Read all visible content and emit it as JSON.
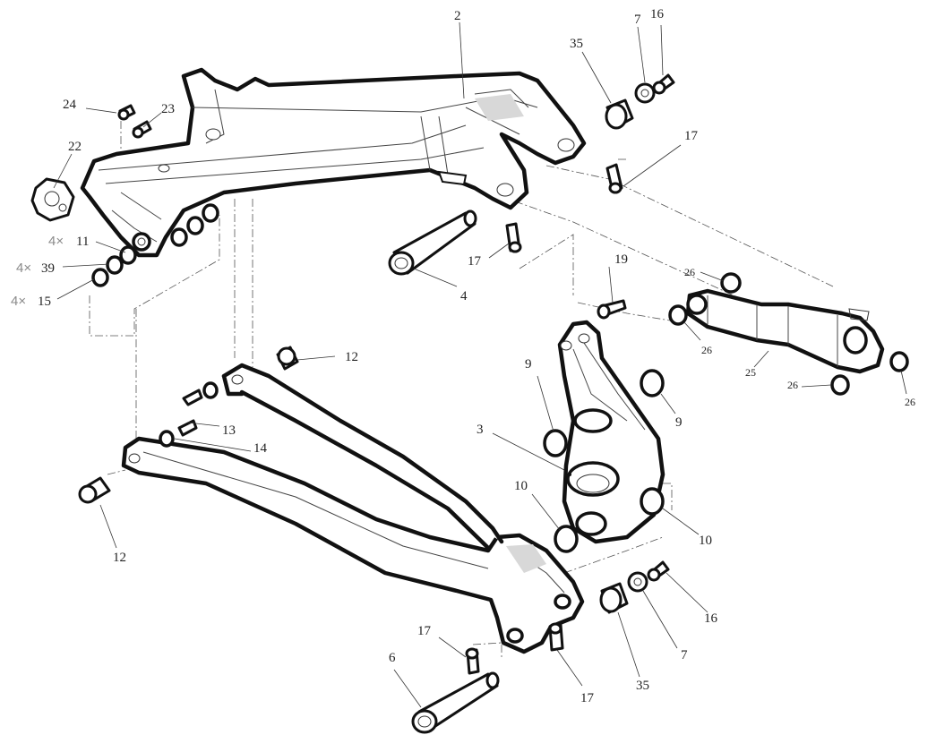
{
  "callouts": [
    {
      "id": "c2",
      "text": "2"
    },
    {
      "id": "c35a",
      "text": "35"
    },
    {
      "id": "c7a",
      "text": "7"
    },
    {
      "id": "c16a",
      "text": "16"
    },
    {
      "id": "c17a",
      "text": "17"
    },
    {
      "id": "c24",
      "text": "24"
    },
    {
      "id": "c23",
      "text": "23"
    },
    {
      "id": "c22",
      "text": "22"
    },
    {
      "id": "c11",
      "text": "11"
    },
    {
      "id": "c39",
      "text": "39"
    },
    {
      "id": "c15",
      "text": "15"
    },
    {
      "id": "c17b",
      "text": "17"
    },
    {
      "id": "c4",
      "text": "4"
    },
    {
      "id": "c19",
      "text": "19"
    },
    {
      "id": "c26a",
      "text": "26"
    },
    {
      "id": "c26b",
      "text": "26"
    },
    {
      "id": "c25",
      "text": "25"
    },
    {
      "id": "c26c",
      "text": "26"
    },
    {
      "id": "c26d",
      "text": "26"
    },
    {
      "id": "c12a",
      "text": "12"
    },
    {
      "id": "c9a",
      "text": "9"
    },
    {
      "id": "c9b",
      "text": "9"
    },
    {
      "id": "c13",
      "text": "13"
    },
    {
      "id": "c14",
      "text": "14"
    },
    {
      "id": "c3",
      "text": "3"
    },
    {
      "id": "c12b",
      "text": "12"
    },
    {
      "id": "c10a",
      "text": "10"
    },
    {
      "id": "c10b",
      "text": "10"
    },
    {
      "id": "c16b",
      "text": "16"
    },
    {
      "id": "c7b",
      "text": "7"
    },
    {
      "id": "c17c",
      "text": "17"
    },
    {
      "id": "c6",
      "text": "6"
    },
    {
      "id": "c35b",
      "text": "35"
    },
    {
      "id": "c17d",
      "text": "17"
    }
  ],
  "quantities": [
    {
      "id": "q11",
      "text": "4×"
    },
    {
      "id": "q39",
      "text": "4×"
    },
    {
      "id": "q15",
      "text": "4×"
    }
  ]
}
